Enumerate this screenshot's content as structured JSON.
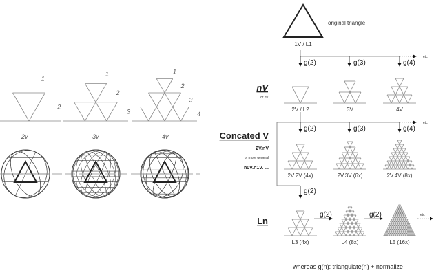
{
  "left": {
    "frequencies": [
      {
        "label": "2v",
        "n": 2,
        "edge_numbers": [
          "1",
          "2"
        ]
      },
      {
        "label": "3v",
        "n": 3,
        "edge_numbers": [
          "1",
          "2",
          "3"
        ]
      },
      {
        "label": "4v",
        "n": 4,
        "edge_numbers": [
          "1",
          "2",
          "3",
          "4"
        ]
      }
    ]
  },
  "right": {
    "original_label": "original triangle",
    "original_caption": "1V / L1",
    "etc": "etc",
    "nv": {
      "title": "nV",
      "subtitle": "or nv",
      "arrows": [
        "g(2)",
        "g(3)",
        "g(4)"
      ],
      "items": [
        {
          "caption": "2V / L2",
          "n": 2
        },
        {
          "caption": "3V",
          "n": 3
        },
        {
          "caption": "4V",
          "n": 4
        }
      ]
    },
    "concat": {
      "title": "Concated V",
      "line1": "2V.nV",
      "line2": "or more general",
      "line3": "n0V.n1V. ...",
      "arrows": [
        "g(2)",
        "g(3)",
        "g(4)"
      ],
      "items": [
        {
          "caption": "2V.2V (4x)",
          "n": 4
        },
        {
          "caption": "2V.3V (6x)",
          "n": 6
        },
        {
          "caption": "2V.4V (8x)",
          "n": 8
        }
      ]
    },
    "ln": {
      "title": "Ln",
      "down_arrow": "g(2)",
      "arrows": [
        "g(2)",
        "g(2)"
      ],
      "items": [
        {
          "caption": "L3 (4x)",
          "n": 4
        },
        {
          "caption": "L4 (8x)",
          "n": 8
        },
        {
          "caption": "L5 (16x)",
          "n": 16
        }
      ]
    },
    "footer": "whereas g(n): triangulate(n) + normalize"
  }
}
